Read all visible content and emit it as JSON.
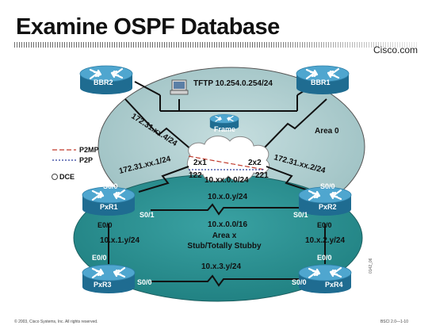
{
  "slide": {
    "title": "Examine OSPF Database",
    "brand": "Cisco.com",
    "footer_left": "© 2003, Cisco Systems, Inc. All rights reserved.",
    "footer_right": "BSCI 2.0—1-10",
    "figure_code": "0142_06"
  },
  "routers": {
    "bbr2": "BBR2",
    "bbr1": "BBR1",
    "frame": "Frame",
    "pxr1": "PxR1",
    "pxr2": "PxR2",
    "pxr3": "PxR3",
    "pxr4": "PxR4"
  },
  "areas": {
    "backbone": "Area 0",
    "area_x_line1": "Area x",
    "area_x_line2": "Stub/Totally Stubby"
  },
  "tftp": "TFTP 10.254.0.254/24",
  "links": {
    "bbr2_frame": "172.31.xx.4/24",
    "pxr1_frame": "172.31.xx.1/24",
    "pxr2_frame": "172.31.xx.2/24",
    "dlci_2x1": "2x1",
    "dlci_2x2": "2x2",
    "dlci_122": "122",
    "dlci_221": "221",
    "cloud_subnet": "10.xx.0.0/24",
    "pxr1_pxr2": "10.x.0.y/24",
    "summary": "10.x.0.0/16",
    "pxr1_pxr3": "10.x.1.y/24",
    "pxr2_pxr4": "10.x.2.y/24",
    "pxr3_pxr4": "10.x.3.y/24"
  },
  "interfaces": {
    "pxr1_s00": "S0/0",
    "pxr1_s01": "S0/1",
    "pxr1_e00": "E0/0",
    "pxr2_s00": "S0/0",
    "pxr2_s01": "S0/1",
    "pxr2_e00": "E0/0",
    "pxr3_e00": "E0/0",
    "pxr3_s00": "S0/0",
    "pxr4_e00": "E0/0",
    "pxr4_s00": "S0/0"
  },
  "legend": {
    "p2mp": "P2MP",
    "p2p": "P2P",
    "dce": "DCE",
    "p2mp_color": "#c0392b",
    "p2p_color": "#2c3e9c"
  },
  "colors": {
    "backbone_fill": "#a9c9cb",
    "area_x_fill": "#2a8f90",
    "router_top": "#4fa6cf",
    "router_side": "#1f6c91"
  },
  "icons": [
    "router-icon",
    "workstation-icon",
    "frame-relay-cloud-icon",
    "serial-link-icon"
  ]
}
